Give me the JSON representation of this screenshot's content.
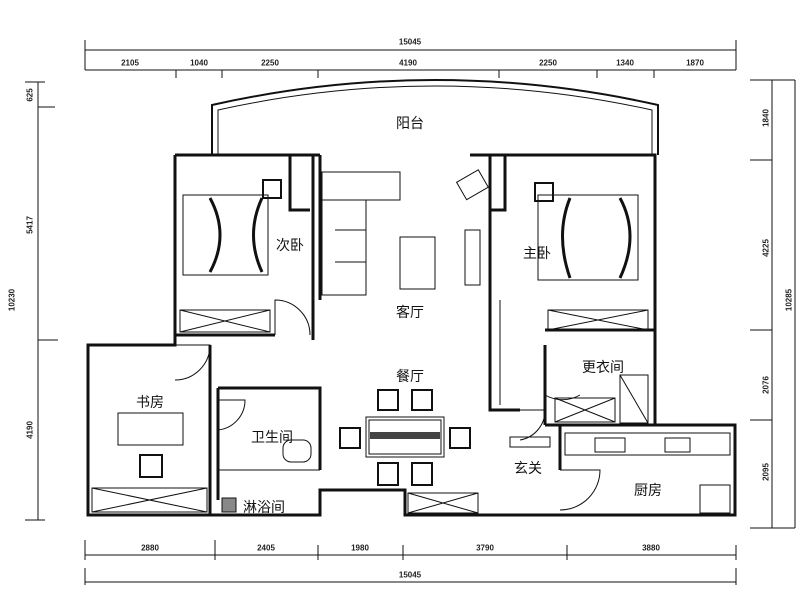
{
  "rooms": {
    "balcony": "阳台",
    "second_bedroom": "次卧",
    "living_room": "客厅",
    "master_bedroom": "主卧",
    "dining_room": "餐厅",
    "dressing_room": "更衣间",
    "study": "书房",
    "bathroom": "卫生间",
    "foyer": "玄关",
    "kitchen": "厨房",
    "shower_room": "淋浴间"
  },
  "dimensions": {
    "top_total": "15045",
    "top": [
      "2105",
      "1040",
      "2250",
      "4190",
      "2250",
      "1340",
      "1870"
    ],
    "bottom": [
      "2880",
      "2405",
      "1980",
      "3790",
      "3880"
    ],
    "bottom_total": "15045",
    "left": [
      "625",
      "5417",
      "4190"
    ],
    "left_total": "10230",
    "right": [
      "1840",
      "4225",
      "2076",
      "2095"
    ],
    "right_total": "10285"
  },
  "colors": {
    "line": "#111111",
    "background": "#ffffff"
  }
}
